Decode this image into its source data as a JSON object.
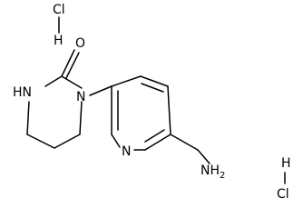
{
  "structure": {
    "atoms": {
      "hcl_top_cl": "Cl",
      "hcl_top_h": "H",
      "carbonyl_o": "O",
      "urea_nh": "HN",
      "urea_n": "N",
      "pyridine_n": "N",
      "amine": "NH2",
      "hcl_bottom_h": "H",
      "hcl_bottom_cl": "Cl"
    }
  }
}
